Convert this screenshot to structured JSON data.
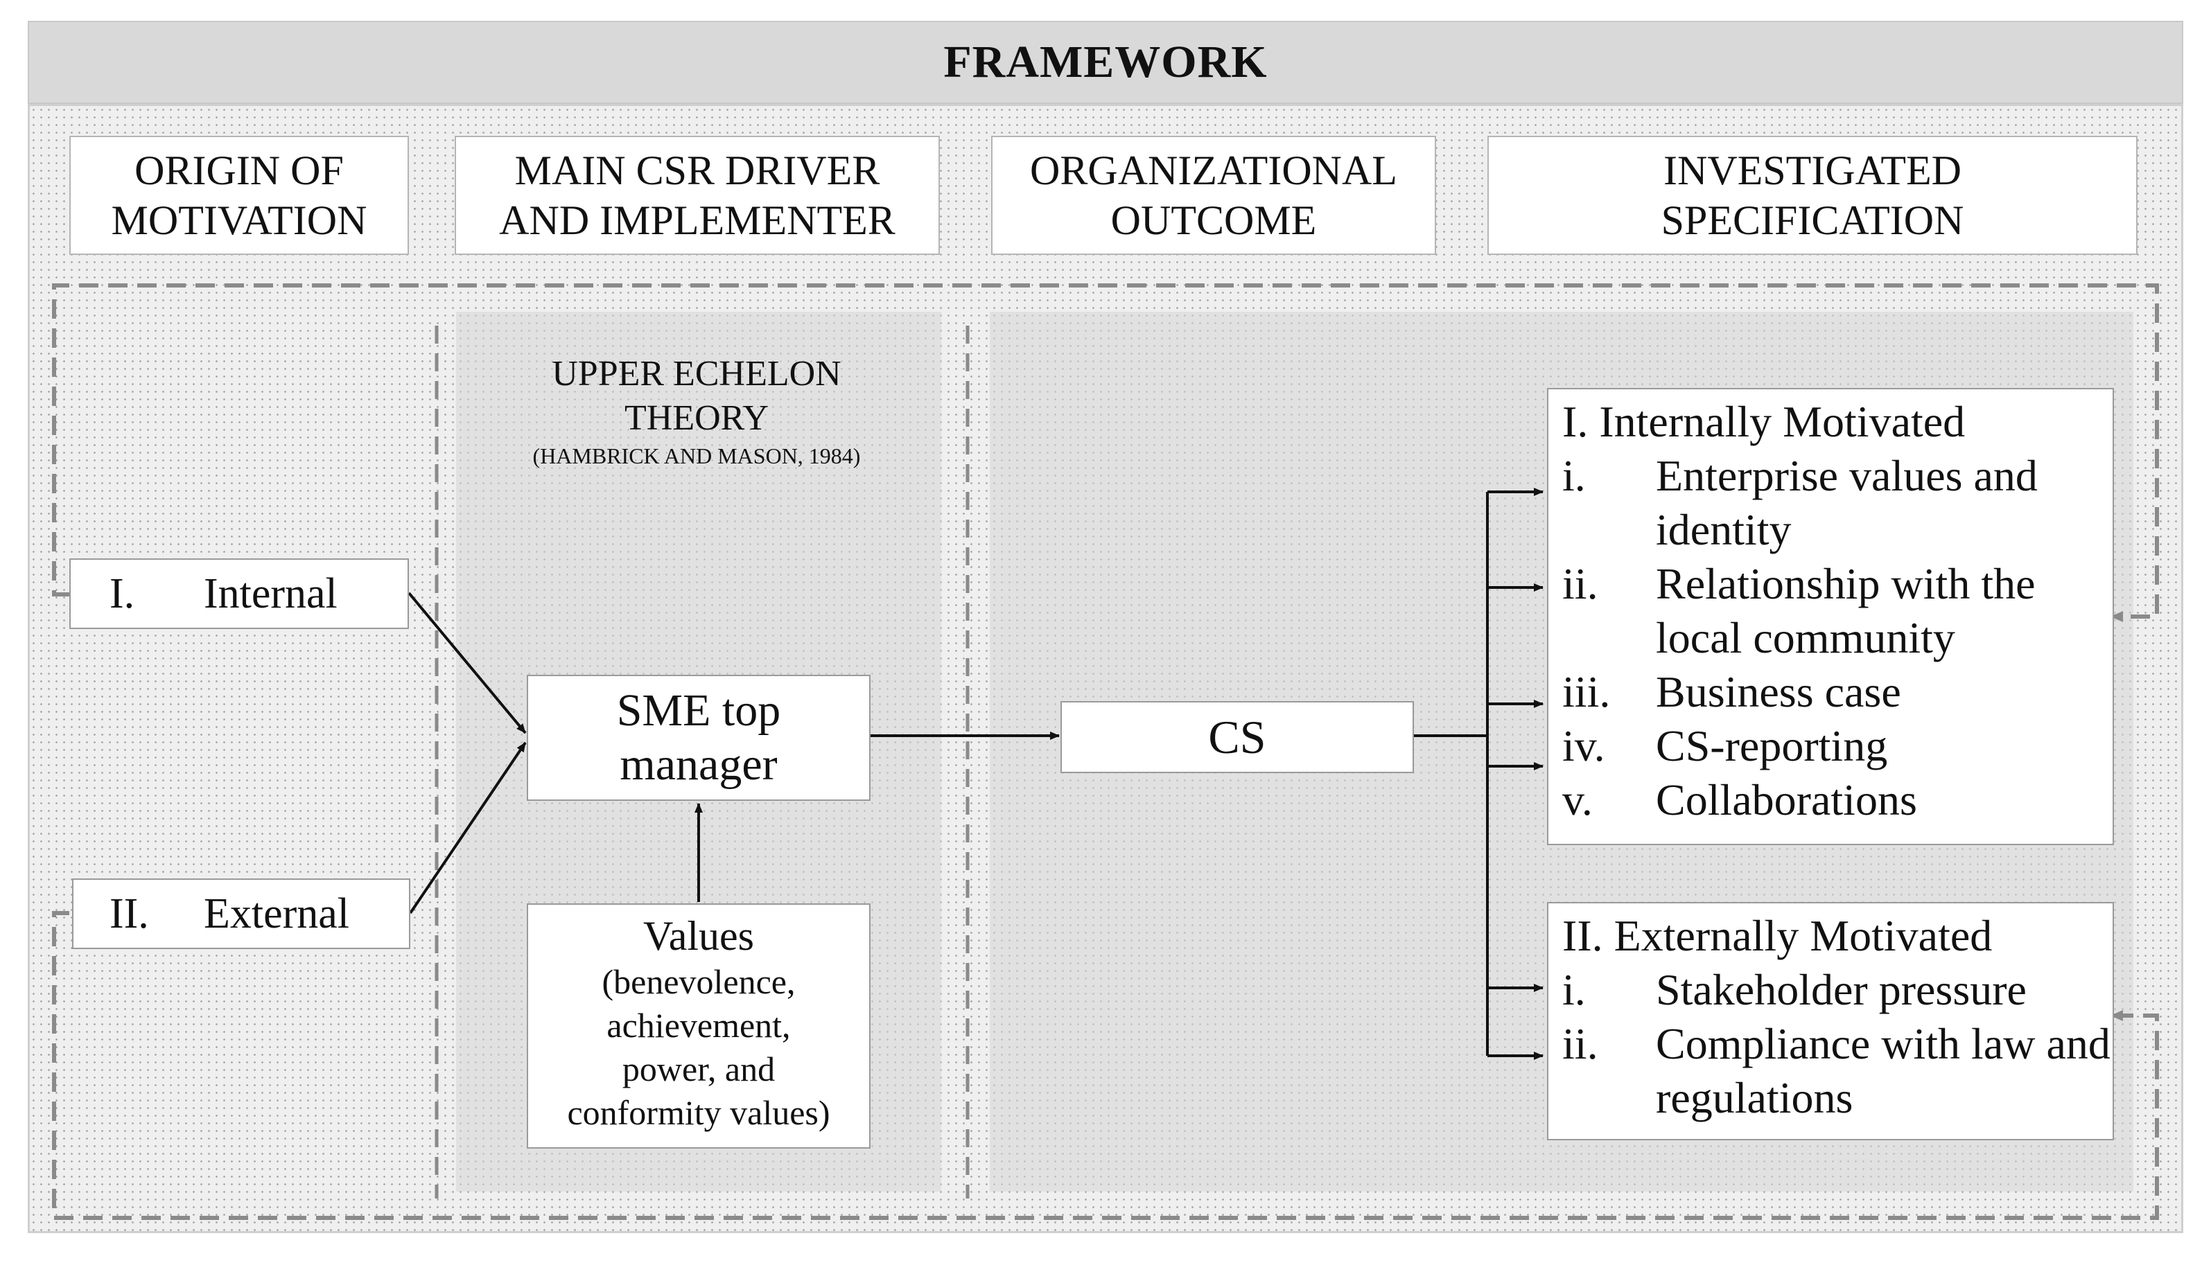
{
  "title": "FRAMEWORK",
  "headers": [
    "ORIGIN OF\nMOTIVATION",
    "MAIN CSR DRIVER\nAND IMPLEMENTER",
    "ORGANIZATIONAL\nOUTCOME",
    "INVESTIGATED\nSPECIFICATION"
  ],
  "origin": {
    "internal": {
      "num": "I.",
      "label": "Internal"
    },
    "external": {
      "num": "II.",
      "label": "External"
    }
  },
  "theory": {
    "title": "UPPER ECHELON\nTHEORY",
    "citation": "(HAMBRICK AND MASON, 1984)"
  },
  "manager": "SME top\nmanager",
  "values": {
    "title": "Values",
    "detail": "(benevolence,\nachievement,\npower, and\nconformity values)"
  },
  "outcome": "CS",
  "internally_motivated": {
    "heading": "I. Internally Motivated",
    "items": [
      {
        "num": "i.",
        "text": "Enterprise values and identity"
      },
      {
        "num": "ii.",
        "text": "Relationship with the local community"
      },
      {
        "num": "iii.",
        "text": "Business case"
      },
      {
        "num": "iv.",
        "text": "CS-reporting"
      },
      {
        "num": "v.",
        "text": "Collaborations"
      }
    ]
  },
  "externally_motivated": {
    "heading": "II. Externally Motivated",
    "items": [
      {
        "num": "i.",
        "text": "Stakeholder pressure"
      },
      {
        "num": "ii.",
        "text": "Compliance with law and regulations"
      }
    ]
  },
  "colors": {
    "title_bar": "#d9d9d9",
    "panel": "#d6d6d6",
    "line": "#111111",
    "dash": "#8a8a8a"
  }
}
